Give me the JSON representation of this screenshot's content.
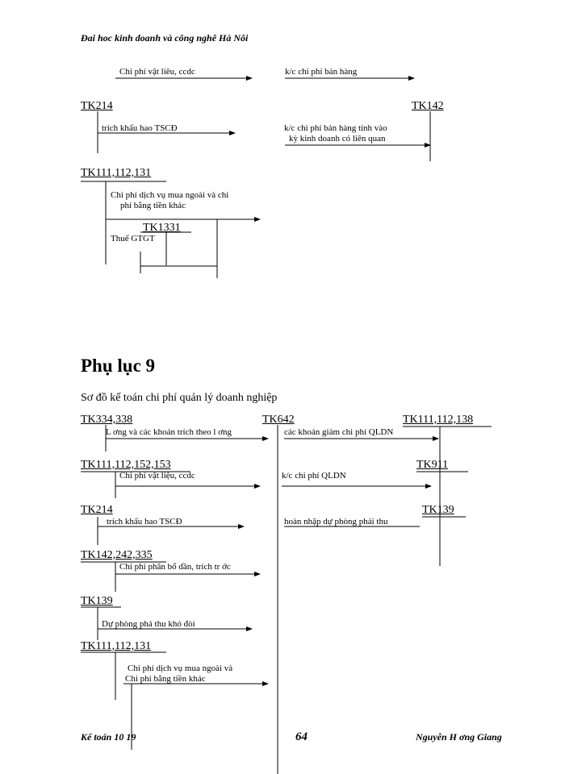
{
  "header": {
    "text": "Đai hoc kinh doanh và công nghê Hà Nôi"
  },
  "top_diagram": {
    "labels": {
      "material": "Chi phí vật liêu, ccdc",
      "transfer_selling": "k/c chi phí bán hàng",
      "depreciation": "trích khấu hao TSCĐ",
      "transfer_selling_period_1": "k/c chi phí bán hàng tính vào",
      "transfer_selling_period_2": "kỳ kinh doanh có liên quan",
      "services_1": "Chi phí dịch vụ mua ngoài và chi",
      "services_2": "phí bằng tiền khác",
      "vat": "Thuế GTGT"
    },
    "accounts": {
      "tk214": "TK214",
      "tk142": "TK142",
      "tk111": "TK111,112,131",
      "tk1331": "TK1331"
    }
  },
  "appendix": {
    "title": "Phụ lục 9",
    "subtitle": "Sơ đồ kế toán chi phí quản lý doanh nghiệp"
  },
  "bottom_diagram": {
    "accounts": {
      "tk334": "TK334,338",
      "tk642": "TK642",
      "tk111_right": "TK111,112,138",
      "tk111_left": "TK111,112,152,153",
      "tk911": "TK911",
      "tk214": "TK214",
      "tk139_right": "TK139",
      "tk142": "TK142,242,335",
      "tk139_left": "TK139",
      "tk111_bottom": "TK111,112,131"
    },
    "labels": {
      "wages": "L  ơng và các khoản trích theo l  ơng",
      "reductions": "các khoản giảm chi phí QLDN",
      "material": "Chi phí vật liệu, ccdc",
      "transfer_qldn": "k/c chi phí QLDN",
      "depreciation": "trích khấu hao TSCĐ",
      "reversal": "hoàn nhập dự phòng phải thu",
      "allocated": "Chi phí phân bổ dần, trích tr  ớc",
      "provision": "Dự phòng phả thu khó đòi",
      "services_1": "Chi phí dịch vụ mua ngoài và",
      "services_2": "Chi phí bằng tiền khác"
    }
  },
  "footer": {
    "left": "Kế toán 10  19",
    "page": "64",
    "right": "Nguyễn H  ơng Giang"
  }
}
